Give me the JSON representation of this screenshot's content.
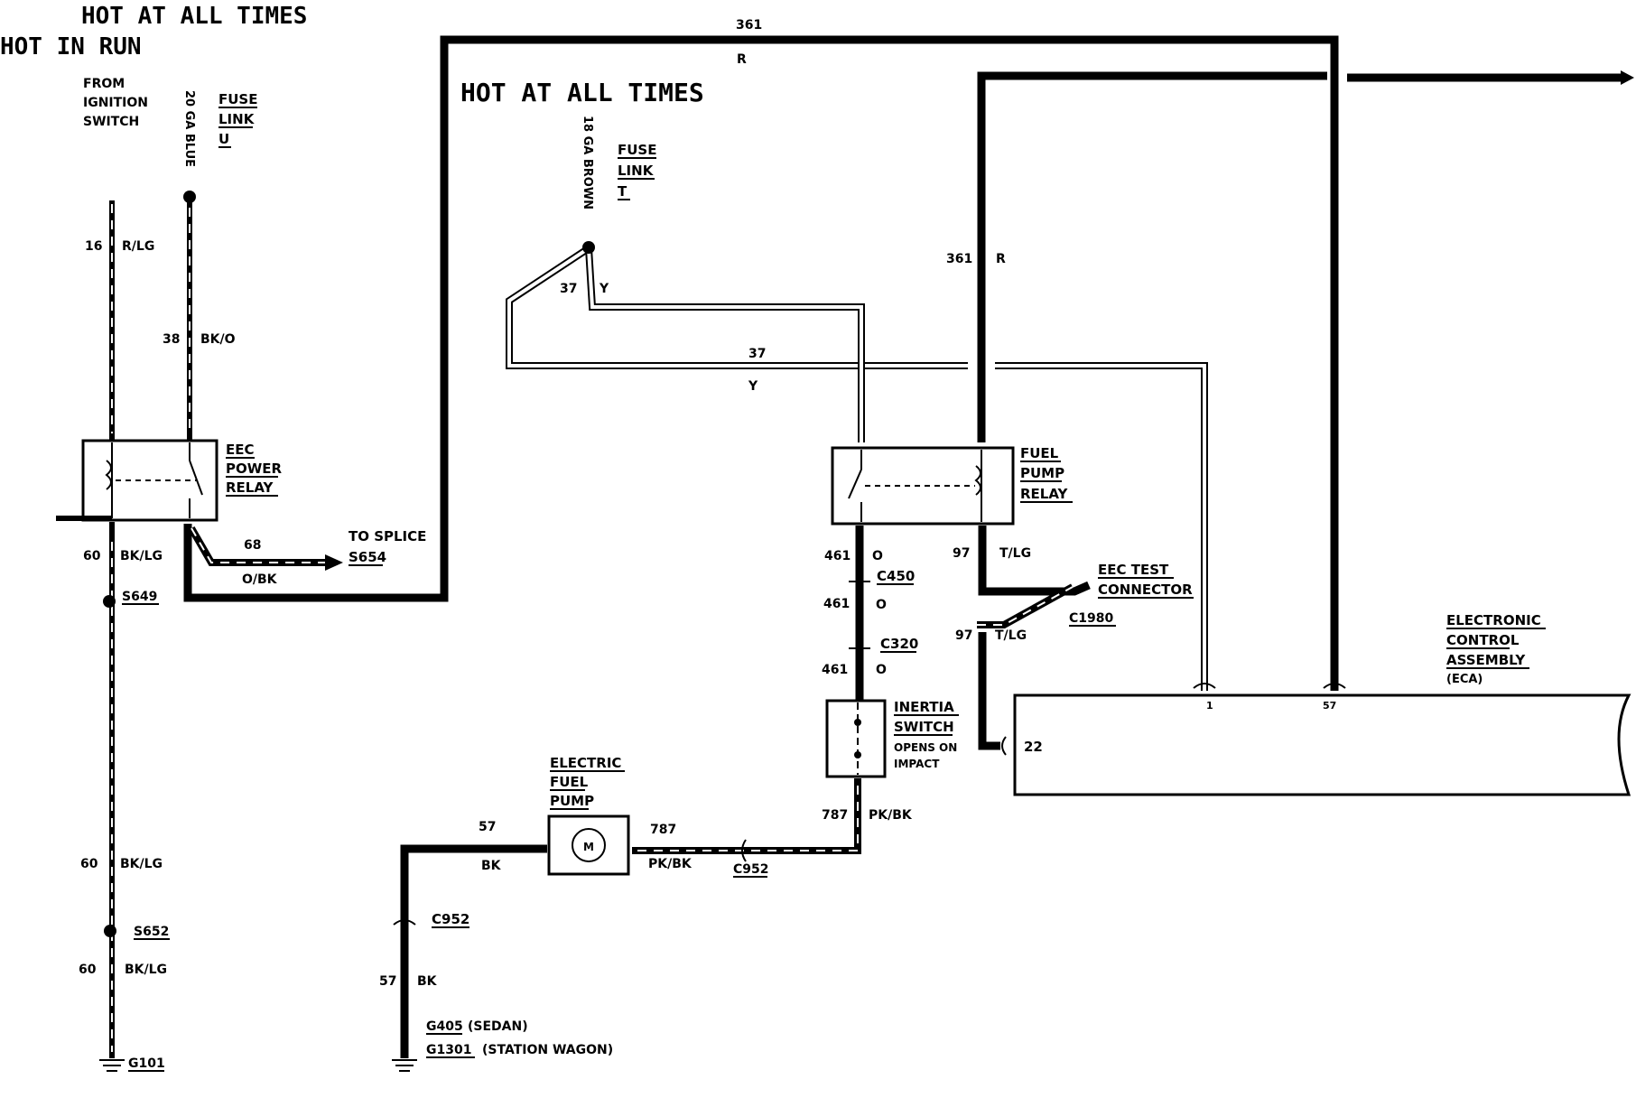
{
  "headers": {
    "hot_at_all_times_top": "HOT AT ALL TIMES",
    "hot_in_run": "HOT IN RUN",
    "hot_at_all_times_mid": "HOT AT ALL TIMES"
  },
  "sources": {
    "from_ignition": [
      "FROM",
      "IGNITION",
      "SWITCH"
    ],
    "fuse_link_u": [
      "FUSE",
      "LINK",
      "U"
    ],
    "wire_20ga_blue": "20 GA BLUE",
    "fuse_link_t": [
      "FUSE",
      "LINK",
      "T"
    ],
    "wire_18ga_brown": "18 GA BROWN"
  },
  "components": {
    "eec_power_relay": [
      "EEC",
      "POWER",
      "RELAY"
    ],
    "fuel_pump_relay": [
      "FUEL",
      "PUMP",
      "RELAY"
    ],
    "inertia_switch": [
      "INERTIA",
      "SWITCH"
    ],
    "inertia_note": [
      "OPENS ON",
      "IMPACT"
    ],
    "electric_fuel_pump": [
      "ELECTRIC",
      "FUEL",
      "PUMP"
    ],
    "motor_symbol": "M",
    "eec_test_connector": [
      "EEC TEST",
      "CONNECTOR"
    ],
    "eca": [
      "ELECTRONIC",
      "CONTROL",
      "ASSEMBLY",
      "(ECA)"
    ],
    "to_splice": "TO SPLICE"
  },
  "wires": {
    "w16_num": "16",
    "w16_color": "R/LG",
    "w38_num": "38",
    "w38_color": "BK/O",
    "w361_top_num": "361",
    "w361_top_color": "R",
    "w361_mid_num": "361",
    "w361_mid_color": "R",
    "w37_num_a": "37",
    "w37_color_a": "Y",
    "w37_num_b": "37",
    "w37_color_b": "Y",
    "w60_num_a": "60",
    "w60_color_a": "BK/LG",
    "w60_num_b": "60",
    "w60_color_b": "BK/LG",
    "w60_num_c": "60",
    "w60_color_c": "BK/LG",
    "w68_num": "68",
    "w68_color": "O/BK",
    "w461_num_a": "461",
    "w461_color_a": "O",
    "w461_num_b": "461",
    "w461_color_b": "O",
    "w461_num_c": "461",
    "w461_color_c": "O",
    "w97_num_a": "97",
    "w97_color_a": "T/LG",
    "w97_num_b": "97",
    "w97_color_b": "T/LG",
    "w787_num_a": "787",
    "w787_color_a": "PK/BK",
    "w787_num_b": "787",
    "w787_color_b": "PK/BK",
    "w57_num_a": "57",
    "w57_color_a": "BK",
    "w57_num_b": "57",
    "w57_color_b": "BK"
  },
  "connectors": {
    "s654": "S654",
    "s649": "S649",
    "s652": "S652",
    "c450": "C450",
    "c320": "C320",
    "c1980": "C1980",
    "c952_a": "C952",
    "c952_b": "C952",
    "g101": "G101",
    "g405": "G405",
    "g405_note": "(SEDAN)",
    "g1301": "G1301",
    "g1301_note": "(STATION WAGON)"
  },
  "pins": {
    "eca_1": "1",
    "eca_57": "57",
    "eca_22": "22"
  }
}
